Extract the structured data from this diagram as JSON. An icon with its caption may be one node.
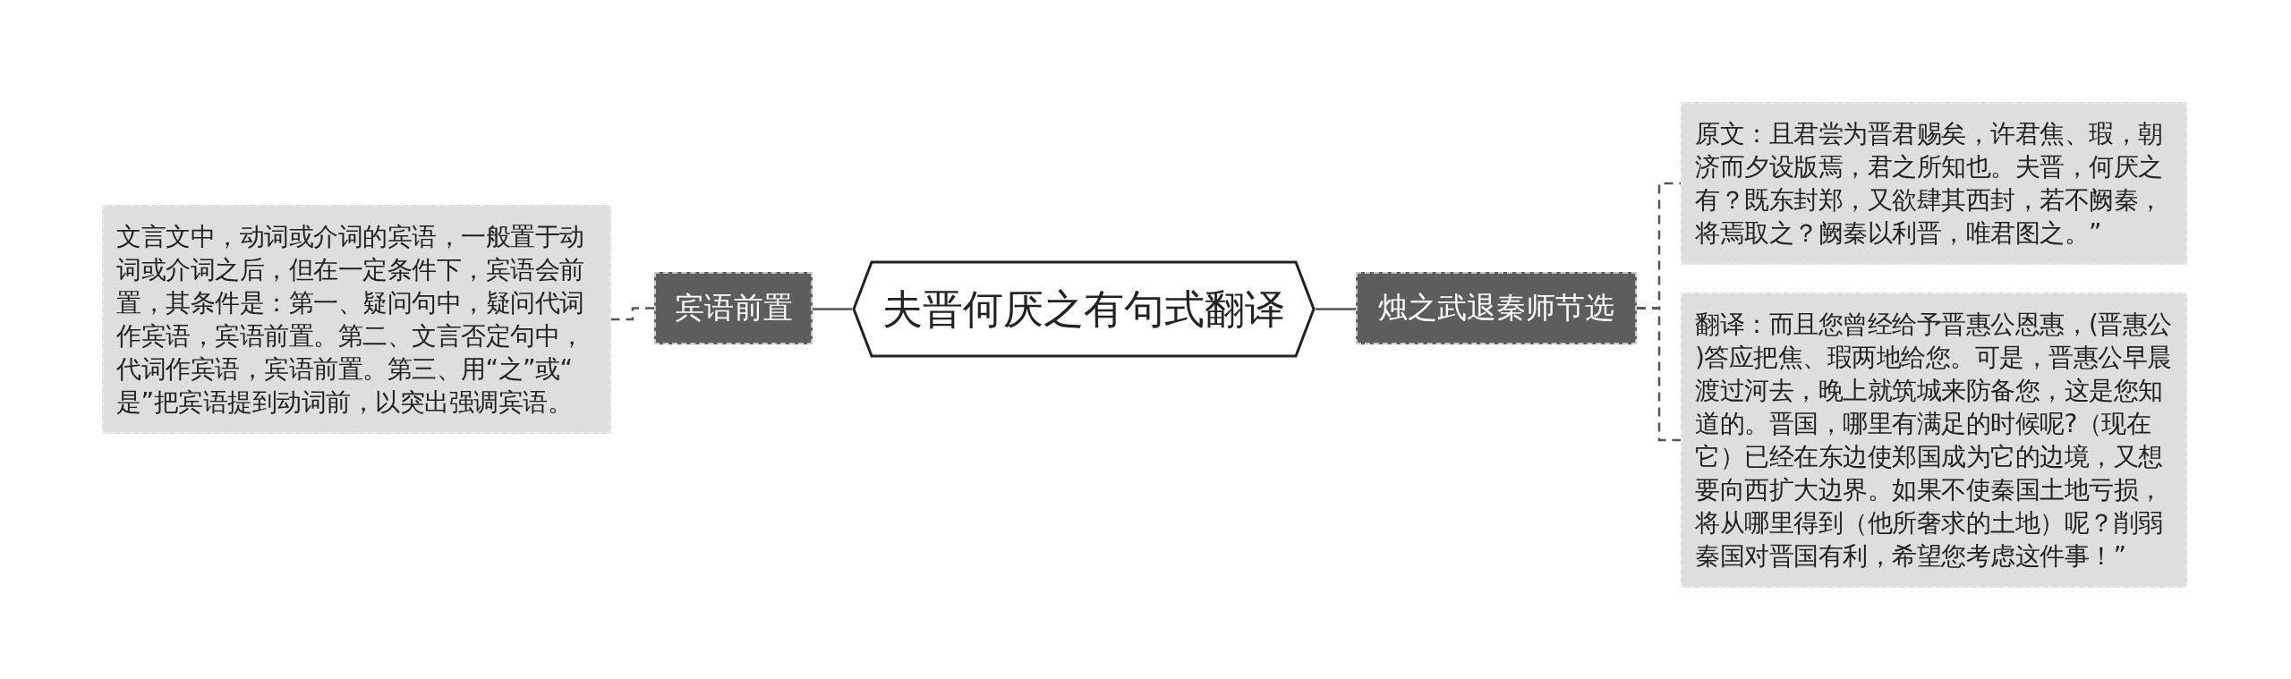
{
  "diagram": {
    "nodes": [
      {
        "text": [
          "夫晋何厌之有句式翻译"
        ]
      },
      {
        "text": [
          "宾语前置"
        ]
      },
      {
        "text": [
          "文言文中，动词或介词的宾语，一般置于动词或介词之后，但在一定条件下，宾语会前置，其条件是：第一、疑问句中，疑问代词作宾语，宾语前置。第二、文言否定句中，代词作宾语，宾语前置。第三、用“之”或“是”把宾语提到动词前，以突出强调宾语。"
        ]
      },
      {
        "text": [
          "烛之武退秦师节选"
        ]
      },
      {
        "text": [
          "原文：且君尝为晋君赐矣，许君焦、瑕，朝济而夕设版焉，君之所知也。夫晋，何厌之有？既东封郑，又欲肆其西封，若不阙秦，将焉取之？阙秦以利晋，唯君图之。”"
        ]
      },
      {
        "text": [
          "翻译：而且您曾经给予晋惠公恩惠，(晋惠公)答应把焦、瑕两地给您。可是，晋惠公早晨渡过河去，晚上就筑城来防备您，这是您知道的。晋国，哪里有满足的时候呢?（现在它）已经在东边使郑国成为它的边境，又想要向西扩大边界。如果不使秦国土地亏损，将从哪里得到（他所奢求的土地）呢？削弱秦国对晋国有利，希望您考虑这件事！”"
        ]
      }
    ],
    "edges": [
      {
        "from": 0,
        "to": 1,
        "arrow": "none"
      },
      {
        "from": 1,
        "to": 2,
        "arrow": "none",
        "style": "dashed"
      },
      {
        "from": 0,
        "to": 3,
        "arrow": "none"
      },
      {
        "from": 3,
        "to": 4,
        "arrow": "none",
        "style": "dashed"
      },
      {
        "from": 3,
        "to": 5,
        "arrow": "none",
        "style": "dashed"
      }
    ]
  }
}
